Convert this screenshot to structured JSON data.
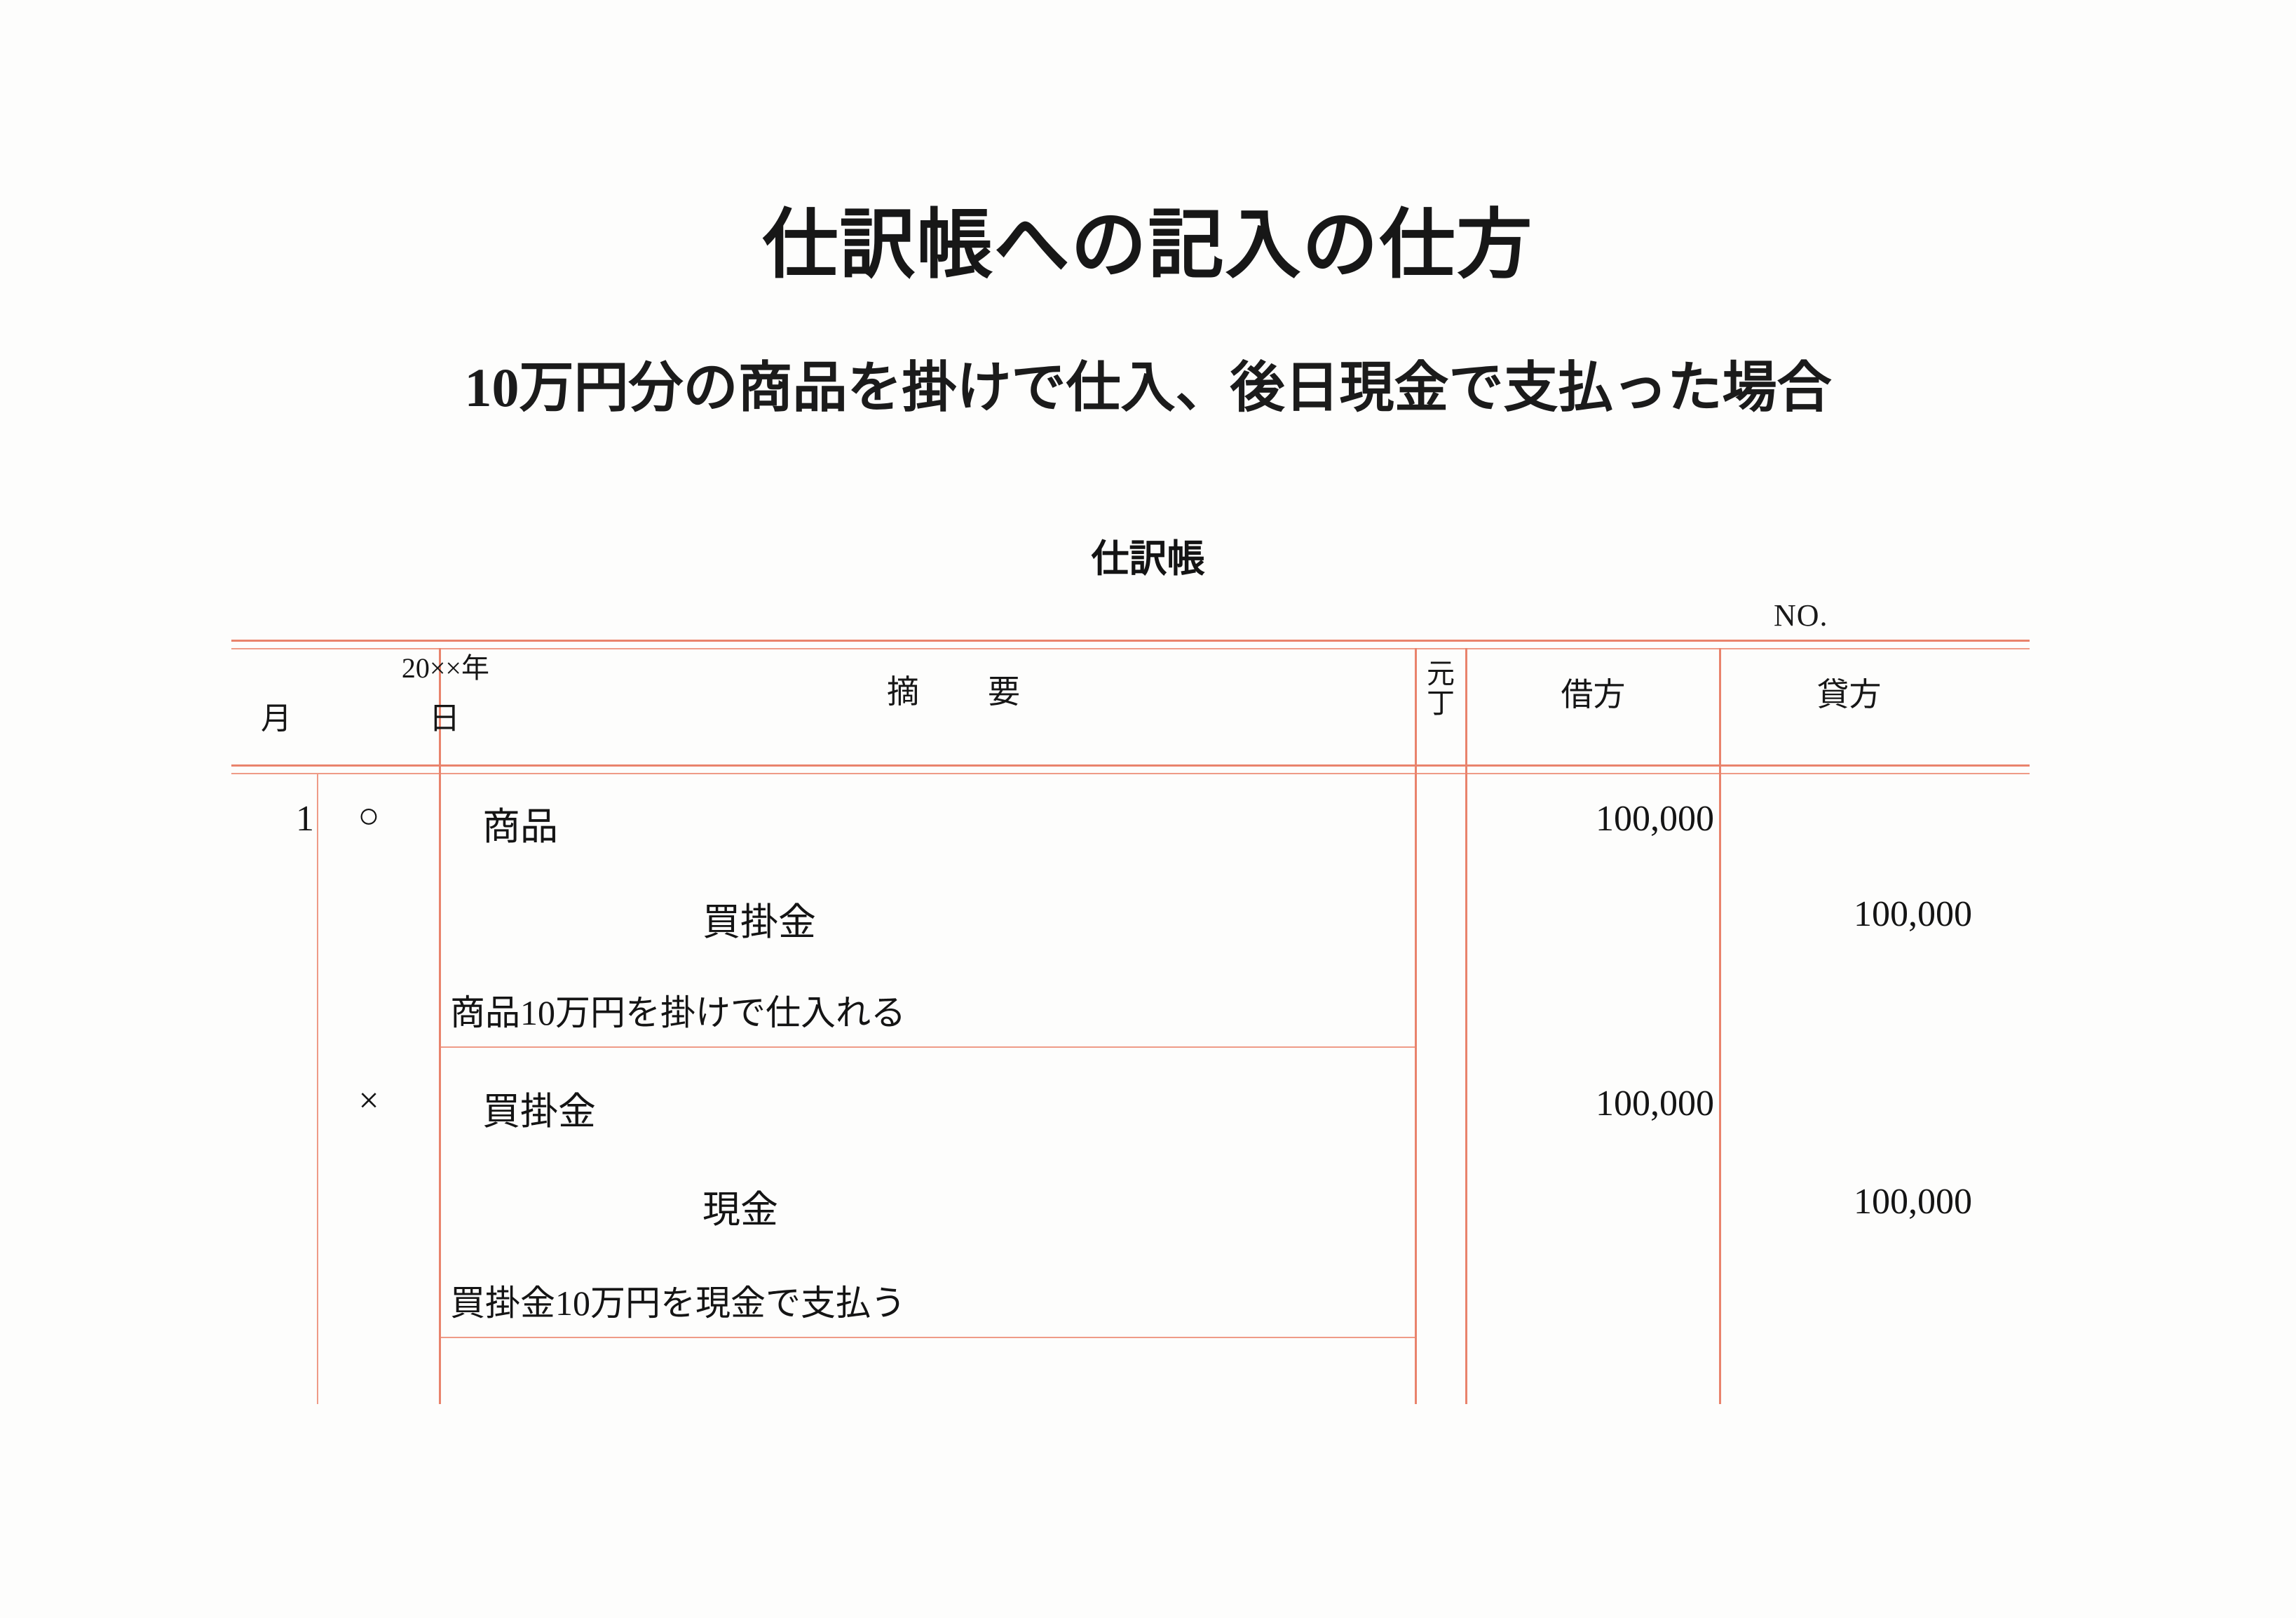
{
  "document": {
    "title": "仕訳帳への記入の仕方",
    "subtitle": "10万円分の商品を掛けで仕入、後日現金で支払った場合",
    "ledger_caption": "仕訳帳",
    "no_label": "NO."
  },
  "colors": {
    "rule": "#e9836c",
    "rule_light": "#ef9b87",
    "text": "#141414",
    "paper": "#fdfdfc"
  },
  "table": {
    "header": {
      "year": "20××年",
      "month": "月",
      "day": "日",
      "summary": "摘　要",
      "ledger_folio_top": "元",
      "ledger_folio_bottom": "丁",
      "debit": "借方",
      "credit": "貸方"
    },
    "rows": [
      {
        "type": "entry",
        "month": "1",
        "day": "○",
        "description": "商品",
        "indent": "indent1",
        "folio": "",
        "debit": "100,000",
        "credit": ""
      },
      {
        "type": "entry",
        "month": "",
        "day": "",
        "description": "買掛金",
        "indent": "indent2",
        "folio": "",
        "debit": "",
        "credit": "100,000"
      },
      {
        "type": "narration",
        "month": "",
        "day": "",
        "description": "商品10万円を掛けで仕入れる",
        "indent": "",
        "folio": "",
        "debit": "",
        "credit": ""
      },
      {
        "type": "entry",
        "month": "",
        "day": "×",
        "description": "買掛金",
        "indent": "indent1",
        "folio": "",
        "debit": "100,000",
        "credit": ""
      },
      {
        "type": "entry",
        "month": "",
        "day": "",
        "description": "現金",
        "indent": "indent2",
        "folio": "",
        "debit": "",
        "credit": "100,000"
      },
      {
        "type": "narration",
        "month": "",
        "day": "",
        "description": "買掛金10万円を現金で支払う",
        "indent": "",
        "folio": "",
        "debit": "",
        "credit": ""
      },
      {
        "type": "blank",
        "month": "",
        "day": "",
        "description": "",
        "indent": "",
        "folio": "",
        "debit": "",
        "credit": ""
      }
    ]
  }
}
